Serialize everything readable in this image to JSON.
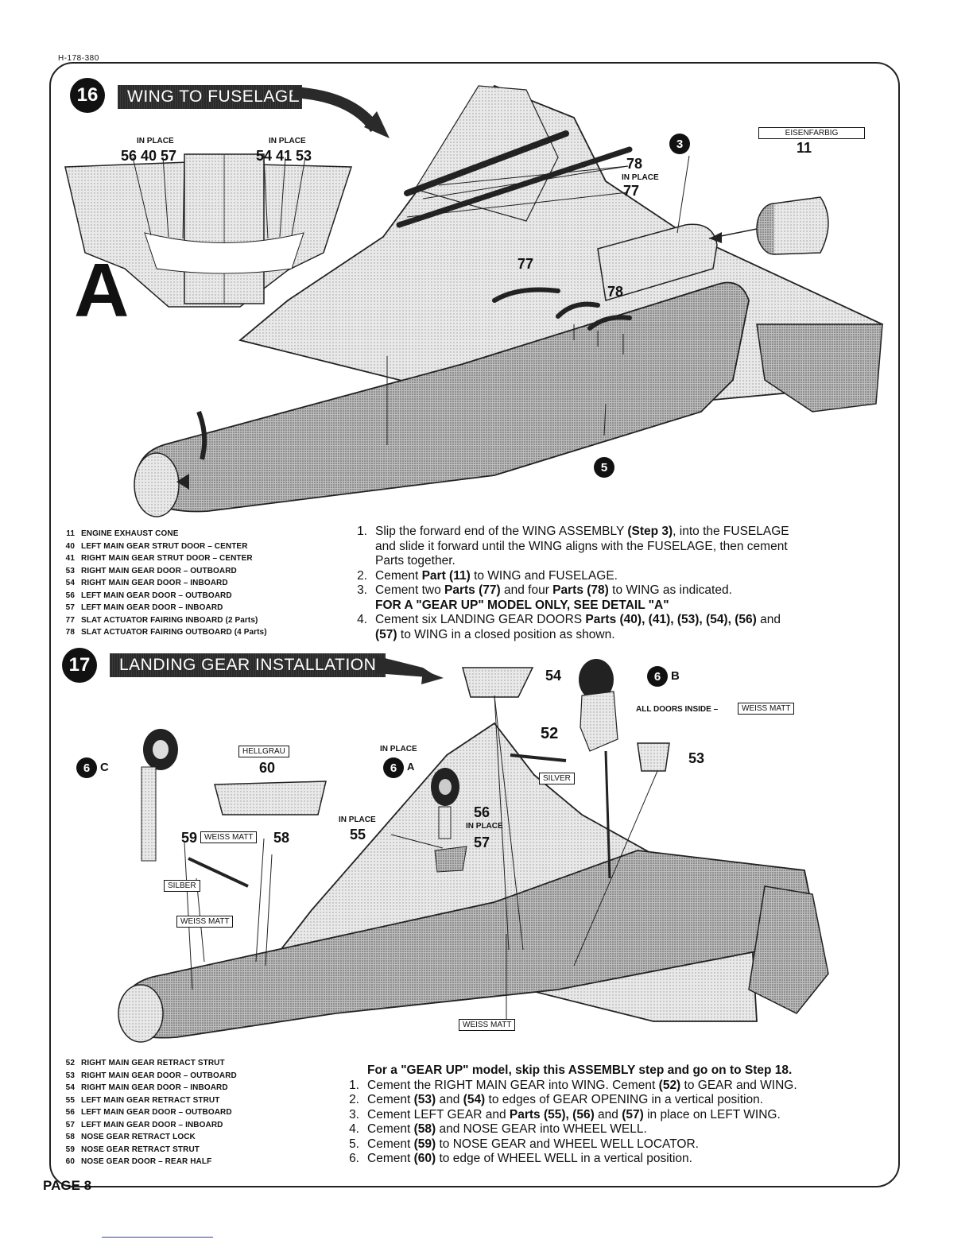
{
  "doc_code": "H-178-380",
  "page_label": "PAGE 8",
  "step16": {
    "number": "16",
    "title": "WING TO FUSELAGE",
    "detail": {
      "letter": "A",
      "left_label": "IN PLACE",
      "left_parts": "56 40 57",
      "right_label": "IN PLACE",
      "right_parts": "54 41 53"
    },
    "callouts": {
      "c78_top": "78",
      "c78_in_place": "IN PLACE",
      "c77_top": "77",
      "c77_mid": "77",
      "c78_mid": "78",
      "paint": "EISENFARBIG",
      "part11": "11",
      "ref3": "3",
      "ref5": "5"
    },
    "parts": [
      {
        "num": "11",
        "name": "ENGINE EXHAUST CONE"
      },
      {
        "num": "40",
        "name": "LEFT MAIN GEAR STRUT DOOR – CENTER"
      },
      {
        "num": "41",
        "name": "RIGHT MAIN GEAR STRUT DOOR – CENTER"
      },
      {
        "num": "53",
        "name": "RIGHT MAIN GEAR DOOR – OUTBOARD"
      },
      {
        "num": "54",
        "name": "RIGHT MAIN GEAR DOOR – INBOARD"
      },
      {
        "num": "56",
        "name": "LEFT MAIN GEAR DOOR – OUTBOARD"
      },
      {
        "num": "57",
        "name": "LEFT MAIN GEAR DOOR – INBOARD"
      },
      {
        "num": "77",
        "name": "SLAT ACTUATOR FAIRING INBOARD (2 Parts)"
      },
      {
        "num": "78",
        "name": "SLAT ACTUATOR FAIRING OUTBOARD (4 Parts)"
      }
    ],
    "instructions": {
      "i1_n": "1.",
      "i1_a": "Slip the forward end of the WING ASSEMBLY ",
      "i1_b": "(Step 3)",
      "i1_c": ", into the FUSELAGE",
      "i1_d": "and slide it forward until the WING aligns with the FUSELAGE, then cement",
      "i1_e": "Parts together.",
      "i2_n": "2.",
      "i2_a": "Cement ",
      "i2_b": "Part (11)",
      "i2_c": " to WING and FUSELAGE.",
      "i3_n": "3.",
      "i3_a": "Cement two ",
      "i3_b": "Parts (77)",
      "i3_c": " and four ",
      "i3_d": "Parts (78)",
      "i3_e": " to WING as indicated.",
      "i3_f": "FOR A \"GEAR UP\" MODEL ONLY, SEE DETAIL \"A\"",
      "i4_n": "4.",
      "i4_a": "Cement six LANDING GEAR DOORS ",
      "i4_b": "Parts (40), (41), (53), (54), (56)",
      "i4_c": " and",
      "i4_d": "(57)",
      "i4_e": " to WING in a closed position as shown."
    }
  },
  "step17": {
    "number": "17",
    "title": "LANDING GEAR INSTALLATION",
    "callouts": {
      "c54": "54",
      "ref6b_num": "6",
      "ref6b_letter": "B",
      "all_doors": "ALL DOORS INSIDE –",
      "paint_all_doors": "WEISS MATT",
      "c52": "52",
      "in_place_a": "IN PLACE",
      "ref6a_num": "6",
      "ref6a_letter": "A",
      "silver": "SILVER",
      "c53": "53",
      "ref6c_num": "6",
      "ref6c_letter": "C",
      "hellgrau": "HELLGRAU",
      "c60": "60",
      "in_place_55": "IN PLACE",
      "c55": "55",
      "c56": "56",
      "in_place_57": "IN PLACE",
      "c57": "57",
      "c59": "59",
      "weiss_matt_59": "WEISS MATT",
      "c58": "58",
      "silber": "SILBER",
      "weiss_matt_left": "WEISS MATT",
      "weiss_matt_bottom": "WEISS MATT"
    },
    "parts": [
      {
        "num": "52",
        "name": "RIGHT MAIN GEAR RETRACT STRUT"
      },
      {
        "num": "53",
        "name": "RIGHT MAIN GEAR DOOR – OUTBOARD"
      },
      {
        "num": "54",
        "name": "RIGHT MAIN GEAR DOOR – INBOARD"
      },
      {
        "num": "55",
        "name": "LEFT MAIN GEAR RETRACT STRUT"
      },
      {
        "num": "56",
        "name": "LEFT MAIN GEAR DOOR – OUTBOARD"
      },
      {
        "num": "57",
        "name": "LEFT MAIN GEAR DOOR – INBOARD"
      },
      {
        "num": "58",
        "name": "NOSE GEAR RETRACT LOCK"
      },
      {
        "num": "59",
        "name": "NOSE GEAR RETRACT STRUT"
      },
      {
        "num": "60",
        "name": "NOSE GEAR DOOR – REAR HALF"
      }
    ],
    "instructions": {
      "intro": "For a \"GEAR UP\" model, skip this ASSEMBLY step and go on to Step 18.",
      "i1_n": "1.",
      "i1_a": "Cement the RIGHT MAIN GEAR into WING. Cement ",
      "i1_b": "(52)",
      "i1_c": " to GEAR and WING.",
      "i2_n": "2.",
      "i2_a": "Cement ",
      "i2_b": "(53)",
      "i2_c": " and ",
      "i2_d": "(54)",
      "i2_e": " to edges of GEAR OPENING in a vertical position.",
      "i3_n": "3.",
      "i3_a": "Cement LEFT GEAR and ",
      "i3_b": "Parts (55), (56)",
      "i3_c": " and ",
      "i3_d": "(57)",
      "i3_e": " in place on LEFT WING.",
      "i4_n": "4.",
      "i4_a": "Cement ",
      "i4_b": "(58)",
      "i4_c": " and NOSE GEAR into WHEEL WELL.",
      "i5_n": "5.",
      "i5_a": "Cement ",
      "i5_b": "(59)",
      "i5_c": " to NOSE GEAR and WHEEL WELL LOCATOR.",
      "i6_n": "6.",
      "i6_a": "Cement ",
      "i6_b": "(60)",
      "i6_c": " to edge of WHEEL WELL in a vertical position."
    }
  }
}
